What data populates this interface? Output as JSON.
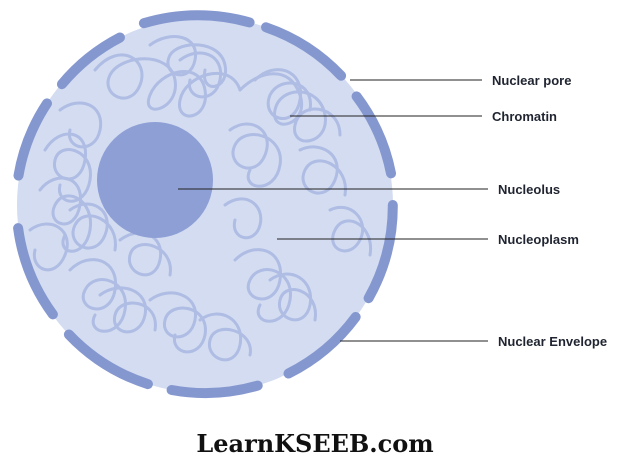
{
  "labels": {
    "nuclear_pore": "Nuclear pore",
    "chromatin": "Chromatin",
    "nucleolus": "Nucleolus",
    "nucleoplasm": "Nucleoplasm",
    "nuclear_envelope": "Nuclear Envelope"
  },
  "watermark": "LearnKSEEB.com",
  "colors": {
    "nucleoplasm": "#d3dcf1",
    "envelope": "#8597cf",
    "nucleolus": "#8e9fd6",
    "chromatin": "#aebbe3",
    "text": "#1f2430"
  }
}
